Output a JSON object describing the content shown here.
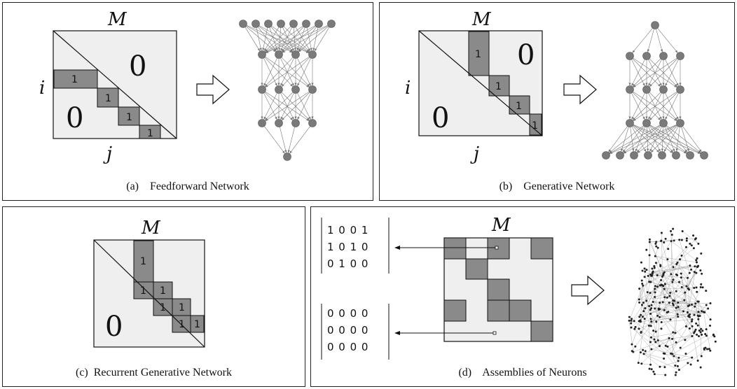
{
  "panels": {
    "a": {
      "caption": "(a)    Feedforward Network",
      "matrix_label": "M",
      "row_label": "i",
      "col_label": "j",
      "upper_value": "0",
      "lower_value": "0",
      "block_value": "1"
    },
    "b": {
      "caption": "(b)    Generative Network",
      "matrix_label": "M",
      "row_label": "i",
      "col_label": "j",
      "upper_value": "0",
      "lower_value": "0",
      "block_value": "1"
    },
    "c": {
      "caption": "(c)  Recurrent Generative Network",
      "matrix_label": "M",
      "lower_value": "0",
      "block_value": "1"
    },
    "d": {
      "caption": "(d)    Assemblies of Neurons",
      "matrix_label": "M",
      "bitmatrix_top": [
        "1 0 0 1",
        "1 0 1 0",
        "0 1 0 0"
      ],
      "bitmatrix_bottom": [
        "0 0 0 0",
        "0 0 0 0",
        "0 0 0 0"
      ]
    }
  },
  "colors": {
    "block": "#8a8a8a",
    "matrix_bg": "#efefef",
    "node": "#7a7a7a",
    "edge": "#777777",
    "line": "#111111"
  }
}
